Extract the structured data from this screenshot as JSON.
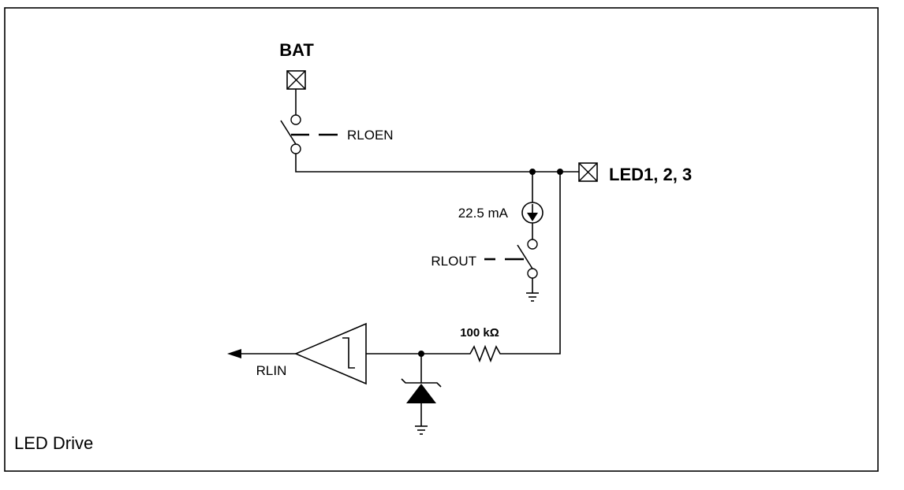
{
  "labels": {
    "bat": "BAT",
    "rloen": "RLOEN",
    "led_pin": "LED1, 2, 3",
    "current": "22.5 mA",
    "rlout": "RLOUT",
    "resistor": "100 kΩ",
    "rlin": "RLIN",
    "caption": "LED Drive"
  },
  "icons": {
    "pad": "crossed-box-pad",
    "switch": "switch",
    "current_source": "current-source",
    "resistor": "resistor-zigzag",
    "buffer": "schmitt-trigger-buffer",
    "zener": "zener-diode",
    "ground": "ground",
    "arrow": "arrow-left"
  }
}
